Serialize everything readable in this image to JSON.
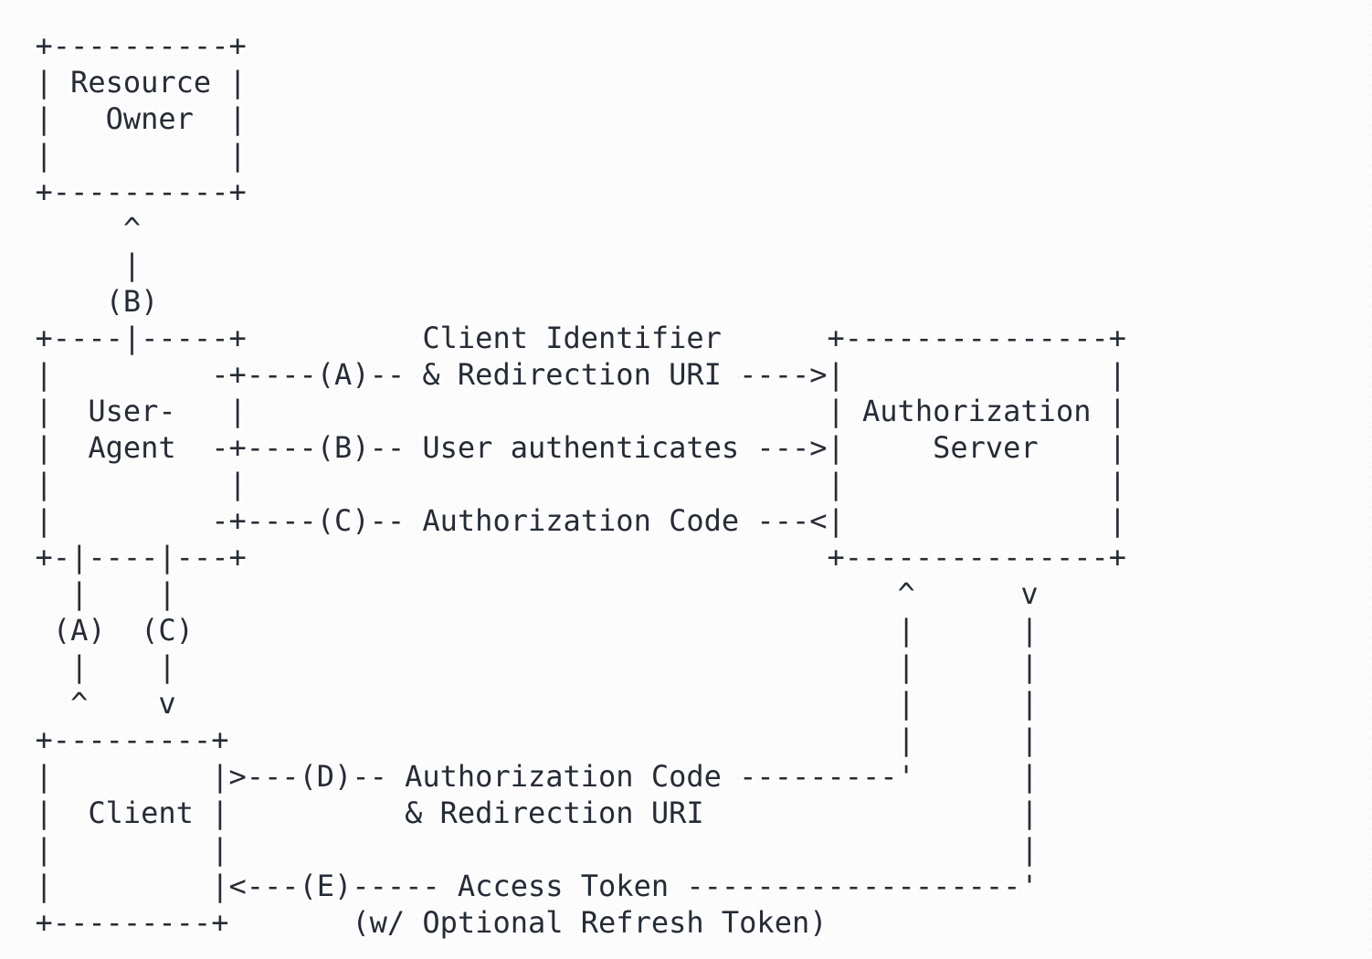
{
  "page": {
    "background_color": "#fcfcfc",
    "text_color": "#262c36"
  },
  "diagram": {
    "type": "ascii-flow-diagram",
    "entities": [
      "Resource Owner",
      "User-Agent",
      "Authorization Server",
      "Client"
    ],
    "steps": [
      {
        "id": "(A)",
        "label": "Client Identifier & Redirection URI",
        "direction": "User-Agent -> Authorization Server"
      },
      {
        "id": "(B)",
        "label": "User authenticates",
        "direction": "User-Agent -> Authorization Server"
      },
      {
        "id": "(C)",
        "label": "Authorization Code",
        "direction": "Authorization Server -> User-Agent"
      },
      {
        "id": "(D)",
        "label": "Authorization Code & Redirection URI",
        "direction": "Client -> Authorization Server"
      },
      {
        "id": "(E)",
        "label": "Access Token (w/ Optional Refresh Token)",
        "direction": "Authorization Server -> Client"
      }
    ],
    "lines": [
      "  +----------+",
      "  | Resource |",
      "  |   Owner  |",
      "  |          |",
      "  +----------+",
      "       ^",
      "       |",
      "      (B)",
      "  +----|-----+          Client Identifier      +---------------+",
      "  |         -+----(A)-- & Redirection URI ---->|               |",
      "  |  User-   |                                 | Authorization |",
      "  |  Agent  -+----(B)-- User authenticates --->|     Server    |",
      "  |          |                                 |               |",
      "  |         -+----(C)-- Authorization Code ---<|               |",
      "  +-|----|---+                                 +---------------+",
      "    |    |                                         ^      v",
      "   (A)  (C)                                        |      |",
      "    |    |                                         |      |",
      "    ^    v                                         |      |",
      "  +---------+                                      |      |",
      "  |         |>---(D)-- Authorization Code ---------'      |",
      "  |  Client |          & Redirection URI                  |",
      "  |         |                                             |",
      "  |         |<---(E)----- Access Token -------------------'",
      "  +---------+       (w/ Optional Refresh Token)"
    ]
  }
}
